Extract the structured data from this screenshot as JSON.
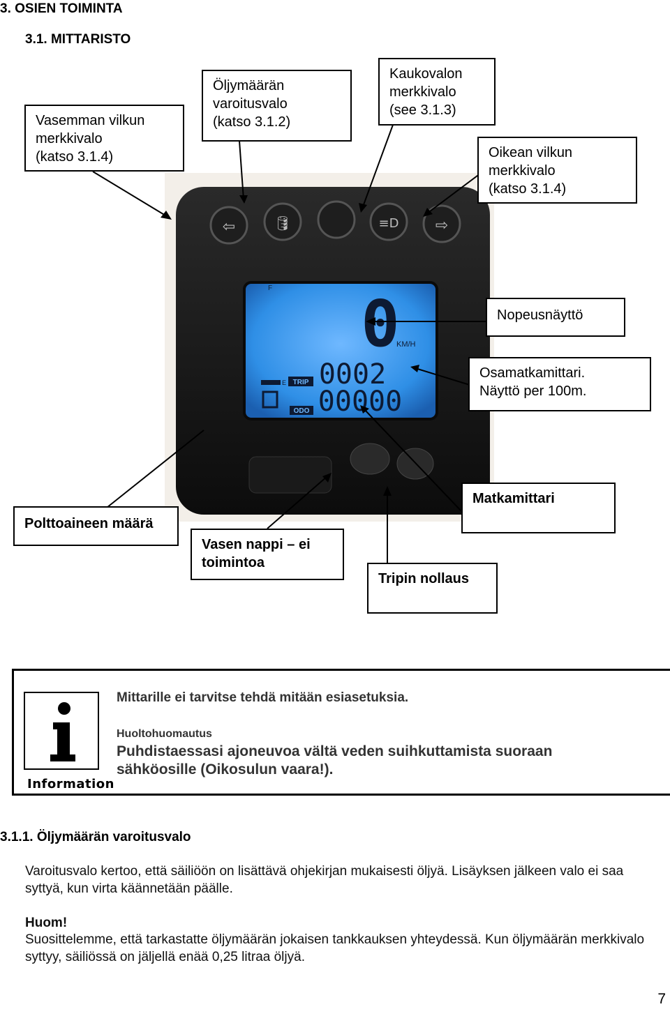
{
  "heading": "3. OSIEN TOIMINTA",
  "subheading": "3.1. MITTARISTO",
  "callouts": {
    "left_turn": [
      "Vasemman vilkun",
      "merkkivalo",
      "(katso 3.1.4)"
    ],
    "oil": [
      "Öljymäärän",
      "varoitusvalo",
      "(katso 3.1.2)"
    ],
    "high_beam": [
      "Kaukovalon",
      "merkkivalo",
      "(see 3.1.3)"
    ],
    "right_turn": [
      "Oikean vilkun",
      "merkkivalo",
      "(katso 3.1.4)"
    ],
    "speed": "Nopeusnäyttö",
    "trip_meter": [
      "Osamatkamittari.",
      "Näyttö per 100m."
    ],
    "odometer": "Matkamittari",
    "fuel": "Polttoaineen määrä",
    "left_button": [
      "Vasen nappi – ei",
      "toimintoa"
    ],
    "trip_reset": "Tripin nollaus"
  },
  "display": {
    "speed": "0",
    "speed_unit": "KM/H",
    "trip_tag": "TRIP",
    "trip_value": "0002",
    "odo_tag": "ODO",
    "odo_value": "00000",
    "fuel_f": "F",
    "fuel_e": "E",
    "lcd_color": "#2f8fe6"
  },
  "info": {
    "icon_caption": "Information",
    "line1": "Mittarille ei tarvitse tehdä mitään esiasetuksia.",
    "label": "Huoltohuomautus",
    "line2": "Puhdistaessasi ajoneuvoa vältä veden suihkuttamista suoraan sähköosille (Oikosulun vaara!)."
  },
  "section": {
    "title": "3.1.1. Öljymäärän varoitusvalo",
    "p1": "Varoitusvalo kertoo, että säiliöön on lisättävä ohjekirjan mukaisesti öljyä. Lisäyksen jälkeen valo ei saa syttyä, kun virta käännetään päälle.",
    "note_label": "Huom!",
    "p2": "Suosittelemme, että tarkastatte öljymäärän jokaisen tankkauksen yhteydessä. Kun öljymäärän merkkivalo syttyy, säiliössä on jäljellä enää 0,25 litraa öljyä."
  },
  "page_number": "7"
}
